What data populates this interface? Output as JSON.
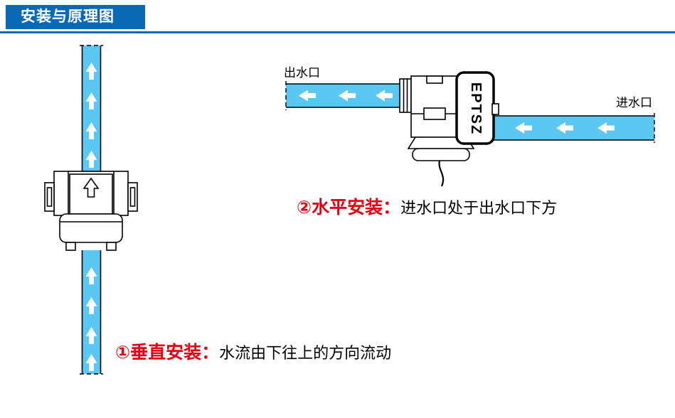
{
  "header": {
    "title": "安装与原理图"
  },
  "colors": {
    "header_blue": "#0a69b4",
    "water_cyan": "#5ac8f2",
    "accent_red": "#e60012",
    "ink": "#000000",
    "paper": "#ffffff"
  },
  "left_diagram": {
    "annotation": {
      "label": "①垂直安装：",
      "text": "水流由下往上的方向流动"
    }
  },
  "right_diagram": {
    "outlet_label": "出水口",
    "inlet_label": "进水口",
    "brand": "EPTSZ",
    "annotation": {
      "label": "②水平安装：",
      "text": "进水口处于出水口下方"
    }
  },
  "icons": {
    "flow_arrow_up": "white upward flow arrow",
    "flow_arrow_left": "white leftward flow arrow"
  }
}
